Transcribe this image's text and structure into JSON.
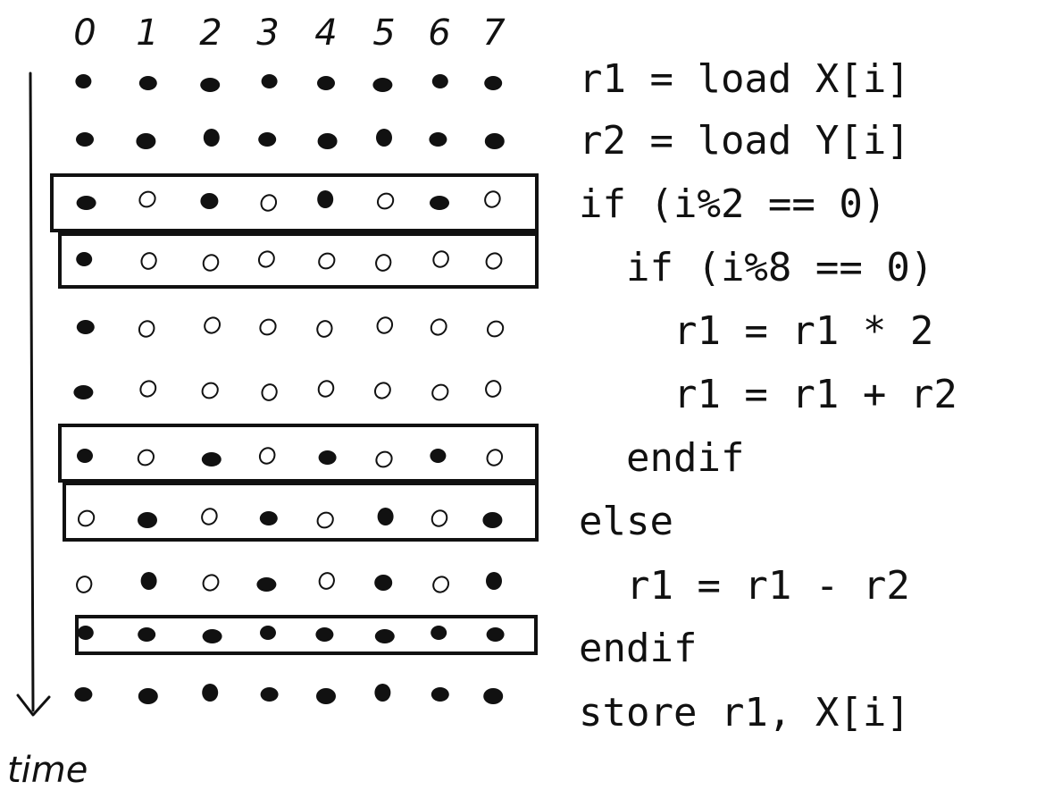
{
  "lanes": [
    "0",
    "1",
    "2",
    "3",
    "4",
    "5",
    "6",
    "7"
  ],
  "time_label": "time",
  "rows": [
    {
      "active": [
        1,
        1,
        1,
        1,
        1,
        1,
        1,
        1
      ],
      "boxed": false
    },
    {
      "active": [
        1,
        1,
        1,
        1,
        1,
        1,
        1,
        1
      ],
      "boxed": false
    },
    {
      "active": [
        1,
        0,
        1,
        0,
        1,
        0,
        1,
        0
      ],
      "boxed": true
    },
    {
      "active": [
        1,
        0,
        0,
        0,
        0,
        0,
        0,
        0
      ],
      "boxed": true
    },
    {
      "active": [
        1,
        0,
        0,
        0,
        0,
        0,
        0,
        0
      ],
      "boxed": false
    },
    {
      "active": [
        1,
        0,
        0,
        0,
        0,
        0,
        0,
        0
      ],
      "boxed": false
    },
    {
      "active": [
        1,
        0,
        1,
        0,
        1,
        0,
        1,
        0
      ],
      "boxed": true
    },
    {
      "active": [
        0,
        1,
        0,
        1,
        0,
        1,
        0,
        1
      ],
      "boxed": true
    },
    {
      "active": [
        0,
        1,
        0,
        1,
        0,
        1,
        0,
        1
      ],
      "boxed": false
    },
    {
      "active": [
        1,
        1,
        1,
        1,
        1,
        1,
        1,
        1
      ],
      "boxed": true
    },
    {
      "active": [
        1,
        1,
        1,
        1,
        1,
        1,
        1,
        1
      ],
      "boxed": false
    }
  ],
  "code_lines": [
    "r1 = load X[i]",
    "r2 = load Y[i]",
    "if (i%2 == 0)",
    "  if (i%8 == 0)",
    "    r1 = r1 * 2",
    "    r1 = r1 + r2",
    "  endif",
    "else",
    "  r1 = r1 - r2",
    "endif",
    "store r1, X[i]"
  ]
}
